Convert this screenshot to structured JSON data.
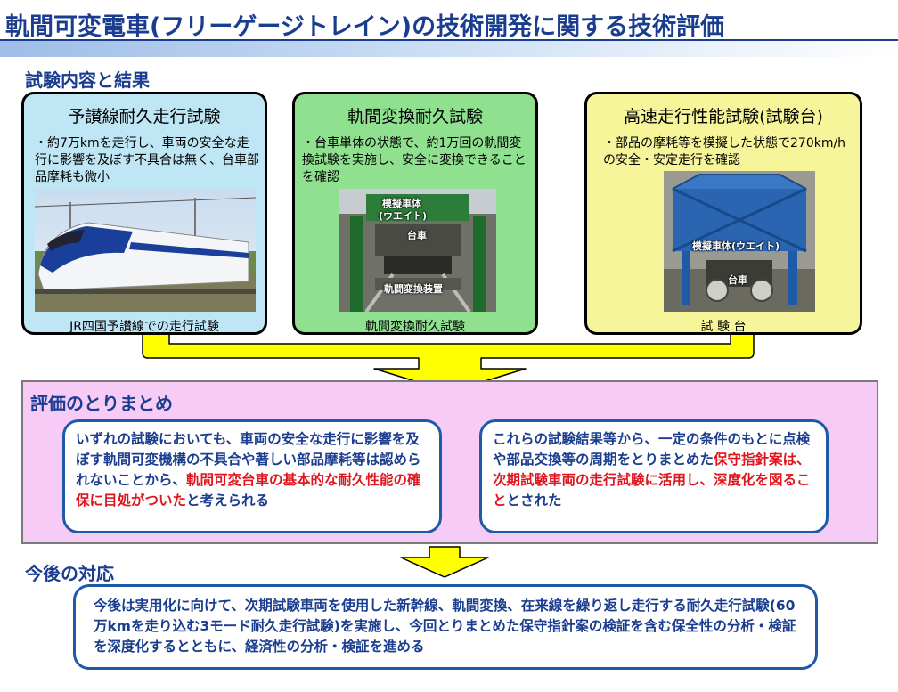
{
  "title": "軌間可変電車(フリーゲージトレイン)の技術開発に関する技術評価",
  "sections": {
    "results_heading": "試験内容と結果",
    "evaluation_heading": "評価のとりまとめ",
    "future_heading": "今後の対応"
  },
  "tests": [
    {
      "title": "予讃線耐久走行試験",
      "text": "・約7万kmを走行し、車両の安全な走行に影響を及ぼす不具合は無く、台車部品摩耗も微小",
      "caption": "JR四国予讃線での走行試験"
    },
    {
      "title": "軌間変換耐久試験",
      "text": "・台車単体の状態で、約1万回の軌間変換試験を実施し、安全に変換できることを確認",
      "caption": "軌間変換耐久試験",
      "photo_labels": [
        "模擬車体",
        "(ウエイト)",
        "台車",
        "軌間変換装置"
      ]
    },
    {
      "title": "高速走行性能試験(試験台)",
      "text": "・部品の摩耗等を模擬した状態で270km/hの安全・安定走行を確認",
      "caption": "試 験 台",
      "photo_labels": [
        "模擬車体(ウエイト)",
        "台車"
      ]
    }
  ],
  "evaluation": {
    "left": {
      "normal": "いずれの試験においても、車両の安全な走行に影響を及ぼす軌間可変機構の不具合や著しい部品摩耗等は認められないことから、",
      "highlight": "軌間可変台車の基本的な耐久性能の確保に目処がついた",
      "tail": "と考えられる"
    },
    "right": {
      "normal": "これらの試験結果等から、一定の条件のもとに点検や部品交換等の周期をとりまとめた",
      "highlight": "保守指針案は、次期試験車両の走行試験に活用し、深度化を図ること",
      "tail": "とされた"
    }
  },
  "future": {
    "text": "今後は実用化に向けて、次期試験車両を使用した新幹線、軌間変換、在来線を繰り返し走行する耐久走行試験(60万kmを走り込む3モード耐久走行試験)を実施し、今回とりまとめた保守指針案の検証を含む保全性の分析・検証を深度化するとともに、経済性の分析・検証を進める"
  },
  "colors": {
    "title": "#1a3d8f",
    "card1": "#bfe6f5",
    "card2": "#8fe08f",
    "card3": "#f7f59a",
    "arrow": "#ffff00",
    "eval_bg": "#f6cbf6",
    "highlight": "#e0161f",
    "card_border": "#1e5aa8"
  }
}
